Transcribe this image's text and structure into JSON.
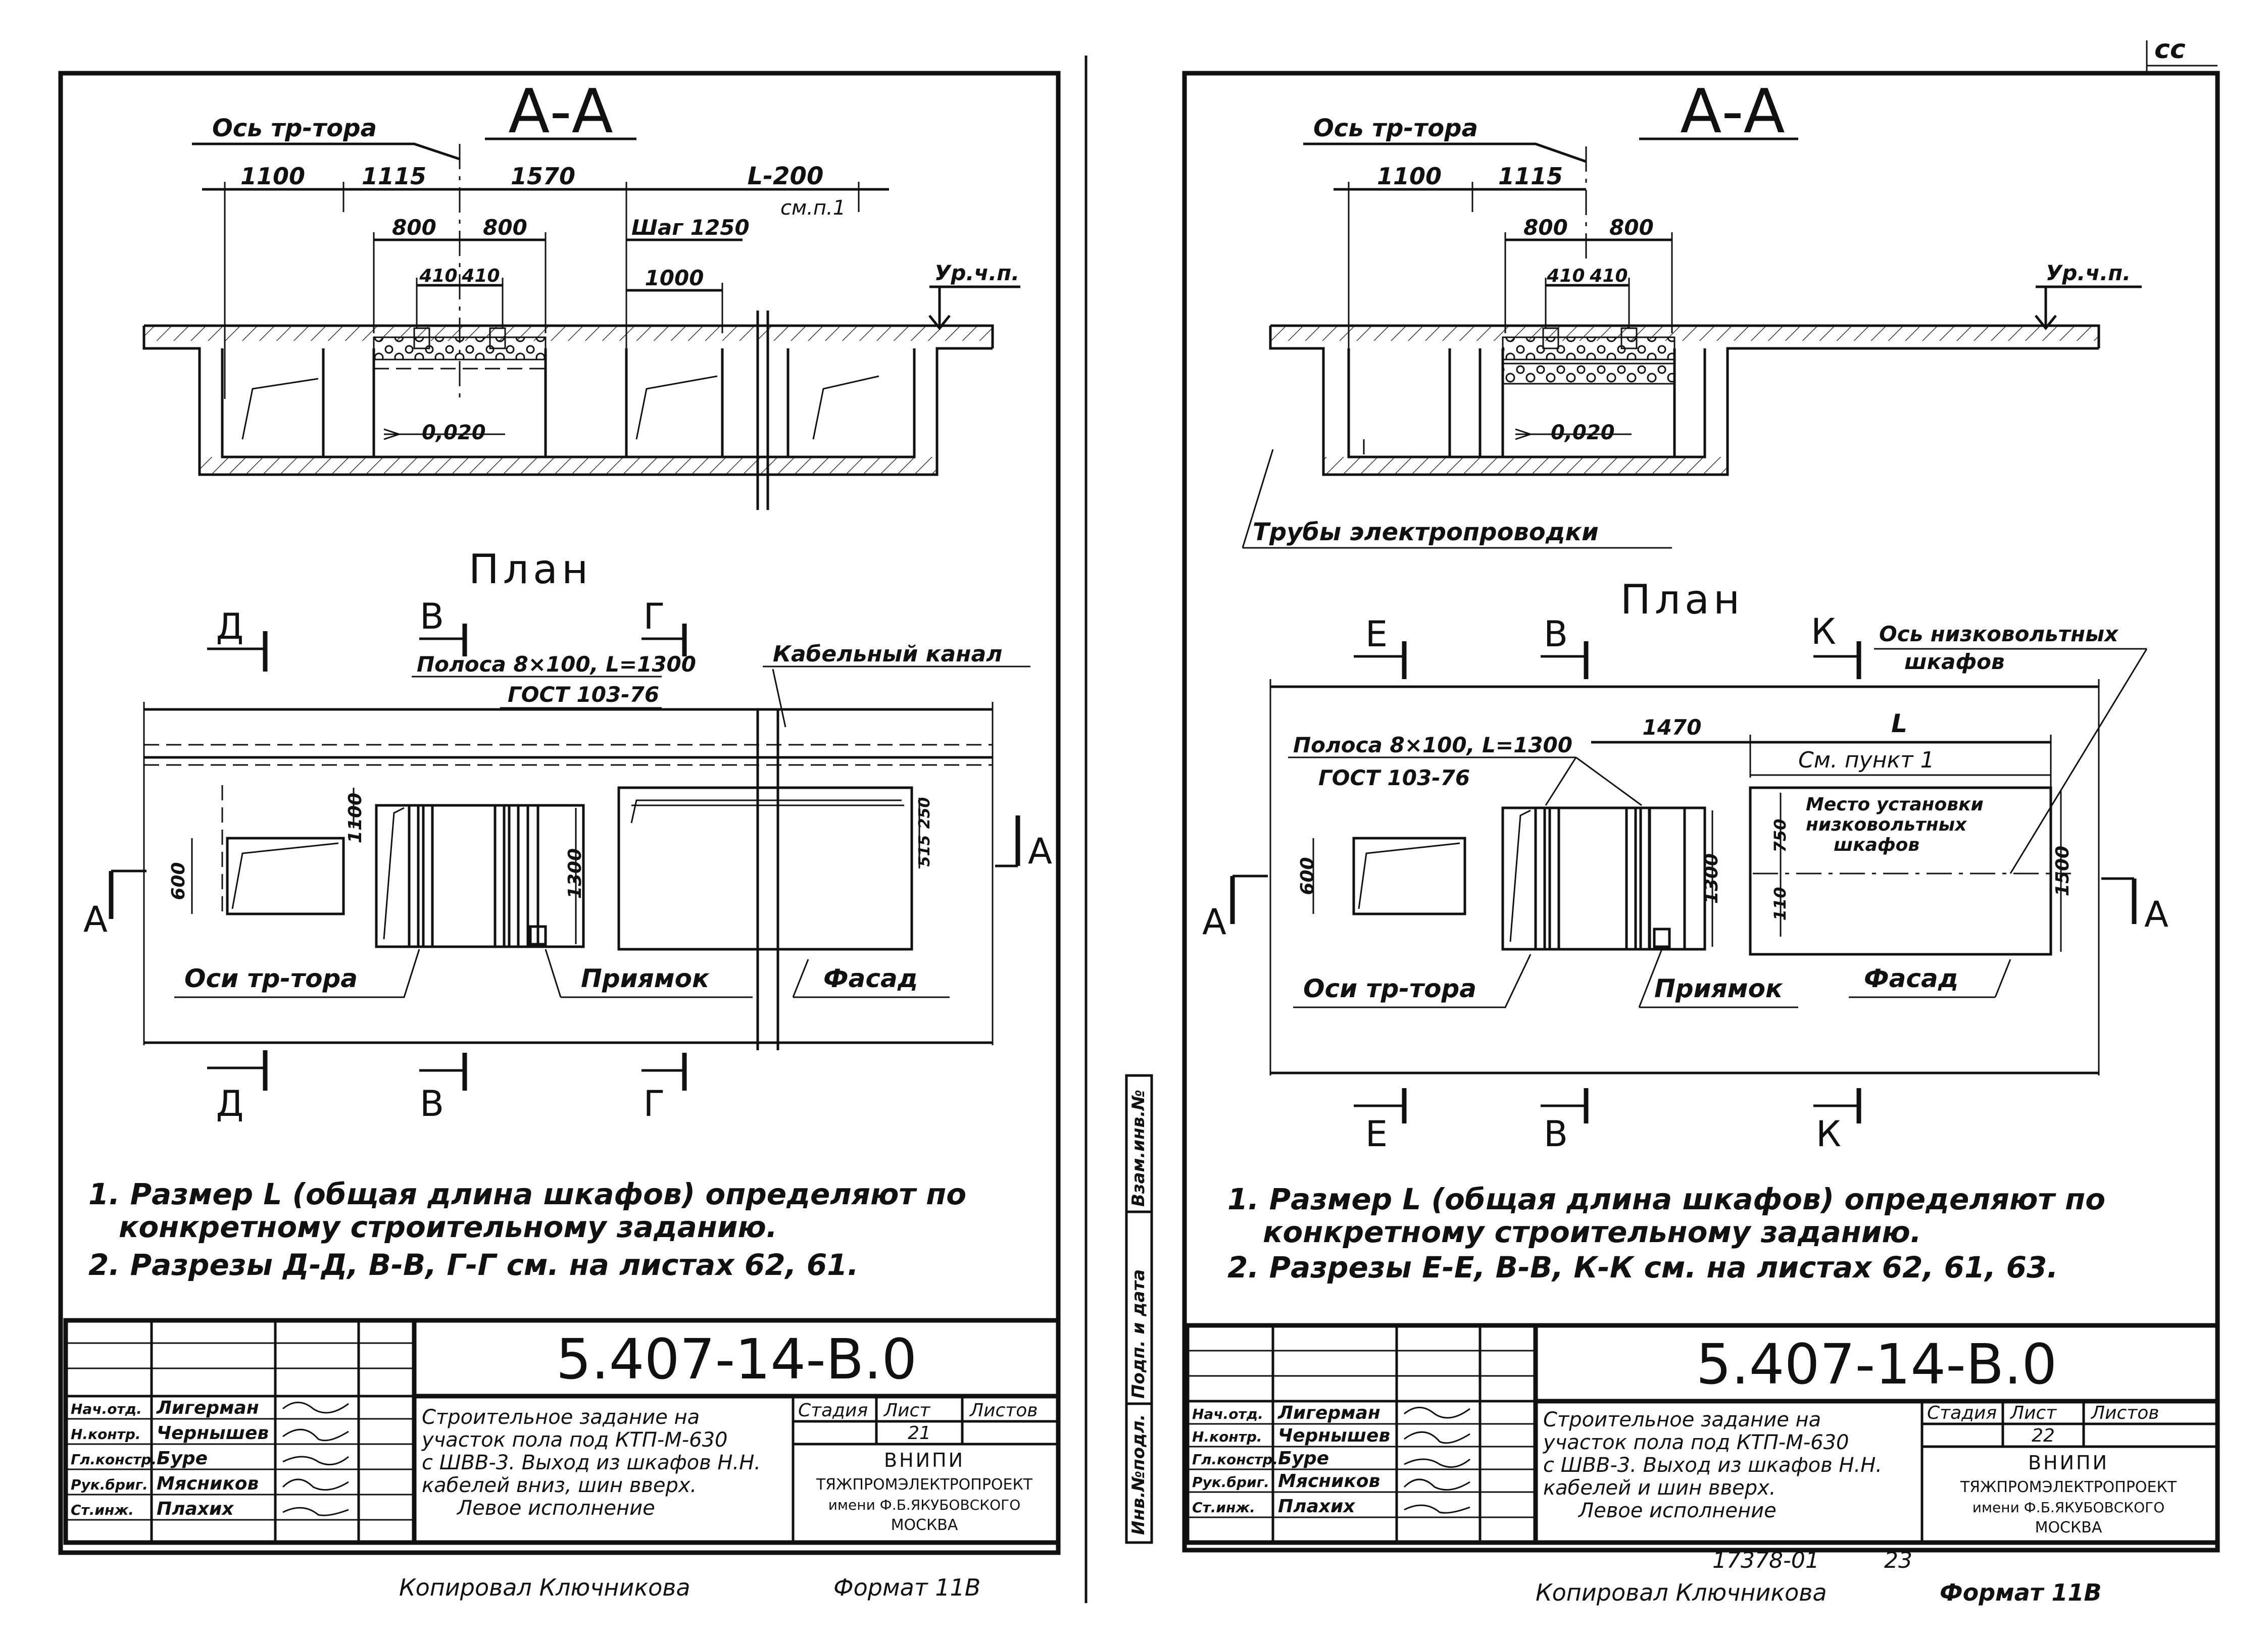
{
  "page_stamp": "cc",
  "sheets": [
    {
      "section_title": "А-А",
      "axis_label": "Ось тр-тора",
      "dims_top": [
        "1100",
        "1115",
        "1570",
        "L-200"
      ],
      "dims_top_note": "см.п.1",
      "dims_mid": [
        "800",
        "800",
        "Шаг 1250"
      ],
      "dims_low": [
        "410",
        "410",
        "1000"
      ],
      "level_label": "Ур.ч.п.",
      "slope_label": "0,020",
      "plan_title": "План",
      "cut_marks": [
        "Д",
        "В",
        "Г"
      ],
      "strip_label": "Полоса 8×100, L=1300",
      "strip_std": "ГОСТ 103-76",
      "canal_label": "Кабельный канал",
      "plan_dims": [
        "1100",
        "600",
        "1300",
        "515",
        "250"
      ],
      "section_mark": "А",
      "axes_label": "Оси тр-тора",
      "pit_label": "Приямок",
      "facade_label": "Фасад",
      "notes": [
        "1. Размер L (общая длина шкафов) определяют по",
        "конкретному строительному заданию.",
        "2. Разрезы Д-Д, В-В, Г-Г см. на листах 62, 61."
      ],
      "title_block": {
        "code": "5.407-14-В.0",
        "rows": [
          {
            "role": "Нач.отд.",
            "name": "Лигерман"
          },
          {
            "role": "Н.контр.",
            "name": "Чернышев"
          },
          {
            "role": "Гл.констр.",
            "name": "Буре"
          },
          {
            "role": "Рук.бриг.",
            "name": "Мясников"
          },
          {
            "role": "Ст.инж.",
            "name": "Плахих"
          }
        ],
        "description": [
          "Строительное задание на",
          "участок пола под КТП-М-630",
          "с ШВВ-3. Выход из шкафов Н.Н.",
          "кабелей вниз, шин вверх.",
          "Левое исполнение"
        ],
        "col_headers": [
          "Стадия",
          "Лист",
          "Листов"
        ],
        "sheet_no": "21",
        "org": [
          "ВНИПИ",
          "ТЯЖПРОМЭЛЕКТРОПРОЕКТ",
          "имени Ф.Б.ЯКУБОВСКОГО",
          "МОСКВА"
        ]
      },
      "footer_left": "Копировал Ключникова",
      "footer_right": "Формат 11В"
    },
    {
      "section_title": "А-А",
      "axis_label": "Ось тр-тора",
      "dims_top": [
        "1100",
        "1115"
      ],
      "dims_mid": [
        "800",
        "800"
      ],
      "dims_low": [
        "410",
        "410"
      ],
      "level_label": "Ур.ч.п.",
      "slope_label": "0,020",
      "pipes_label": "Трубы электропроводки",
      "plan_title": "План",
      "cut_marks": [
        "Е",
        "В",
        "К"
      ],
      "lv_axis_label": [
        "Ось низковольтных",
        "шкафов"
      ],
      "strip_label": "Полоса 8×100, L=1300",
      "strip_std": "ГОСТ 103-76",
      "plan_dims": [
        "1470",
        "L",
        "600",
        "1300",
        "750",
        "110",
        "1500"
      ],
      "see_note": "См. пункт 1",
      "place_label": [
        "Место установки",
        "низковольтных",
        "шкафов"
      ],
      "section_mark": "А",
      "axes_label": "Оси тр-тора",
      "pit_label": "Приямок",
      "facade_label": "Фасад",
      "notes": [
        "1. Размер L (общая длина шкафов) определяют по",
        "конкретному строительному заданию.",
        "2. Разрезы Е-Е, В-В, К-К см. на листах 62, 61, 63."
      ],
      "side_stamp": [
        "Инв.№подл.",
        "Подп. и дата",
        "Взам.инв.№"
      ],
      "title_block": {
        "code": "5.407-14-В.0",
        "rows": [
          {
            "role": "Нач.отд.",
            "name": "Лигерман"
          },
          {
            "role": "Н.контр.",
            "name": "Чернышев"
          },
          {
            "role": "Гл.констр.",
            "name": "Буре"
          },
          {
            "role": "Рук.бриг.",
            "name": "Мясников"
          },
          {
            "role": "Ст.инж.",
            "name": "Плахих"
          }
        ],
        "description": [
          "Строительное задание на",
          "участок пола под КТП-М-630",
          "с ШВВ-3. Выход из шкафов Н.Н.",
          "кабелей и шин вверх.",
          "Левое исполнение"
        ],
        "col_headers": [
          "Стадия",
          "Лист",
          "Листов"
        ],
        "sheet_no": "22",
        "org": [
          "ВНИПИ",
          "ТЯЖПРОМЭЛЕКТРОПРОЕКТ",
          "имени Ф.Б.ЯКУБОВСКОГО",
          "МОСКВА"
        ]
      },
      "archive_no": "17378-01",
      "archive_page": "23",
      "footer_left": "Копировал Ключникова",
      "footer_right": "Формат 11В"
    }
  ]
}
